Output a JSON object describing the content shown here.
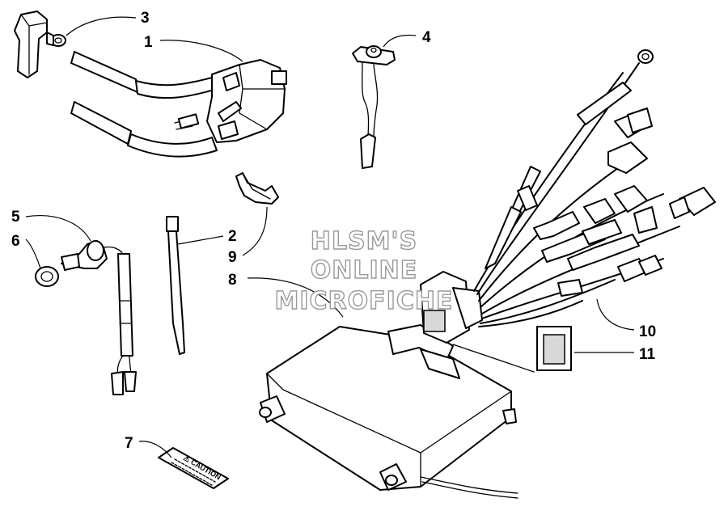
{
  "callouts": {
    "p1": "1",
    "p2": "2",
    "p3": "3",
    "p4": "4",
    "p5": "5",
    "p6": "6",
    "p7": "7",
    "p8": "8",
    "p9": "9",
    "p10": "10",
    "p11": "11"
  },
  "watermark": {
    "line1": "HLSM'S",
    "line2": "ONLINE",
    "line3": "MICROFICHE"
  },
  "caution_decal": {
    "heading": "⚠ CAUTION"
  }
}
